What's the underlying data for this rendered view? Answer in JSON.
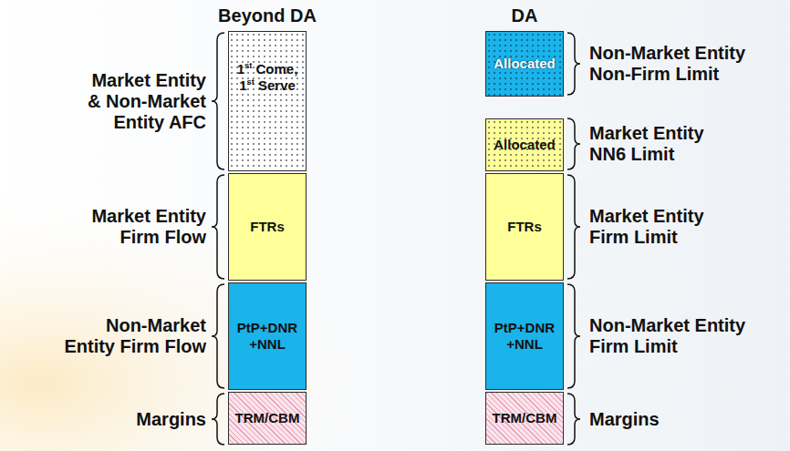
{
  "diagram": {
    "nodes": [
      {
        "text": [
          "1st Come, 1st Serve"
        ]
      },
      {
        "text": [
          "FTRs"
        ]
      },
      {
        "text": [
          "PtP+DNR +NNL"
        ]
      },
      {
        "text": [
          "TRM/CBM"
        ]
      },
      {
        "text": [
          "Allocated"
        ]
      },
      {
        "text": [
          "Allocated"
        ]
      },
      {
        "text": [
          "FTRs"
        ]
      },
      {
        "text": [
          "PtP+DNR +NNL"
        ]
      },
      {
        "text": [
          "TRM/CBM"
        ]
      }
    ],
    "labels": [
      "Beyond DA",
      "DA",
      "Market Entity & Non-Market Entity AFC",
      "Non-Market Entity Non-Firm Limit",
      "Market Entity NN6 Limit",
      "Market Entity Firm Flow",
      "Market Entity Firm Limit",
      "Non-Market Entity Firm Flow",
      "Non-Market Entity Firm Limit",
      "Margins",
      "Margins"
    ]
  }
}
